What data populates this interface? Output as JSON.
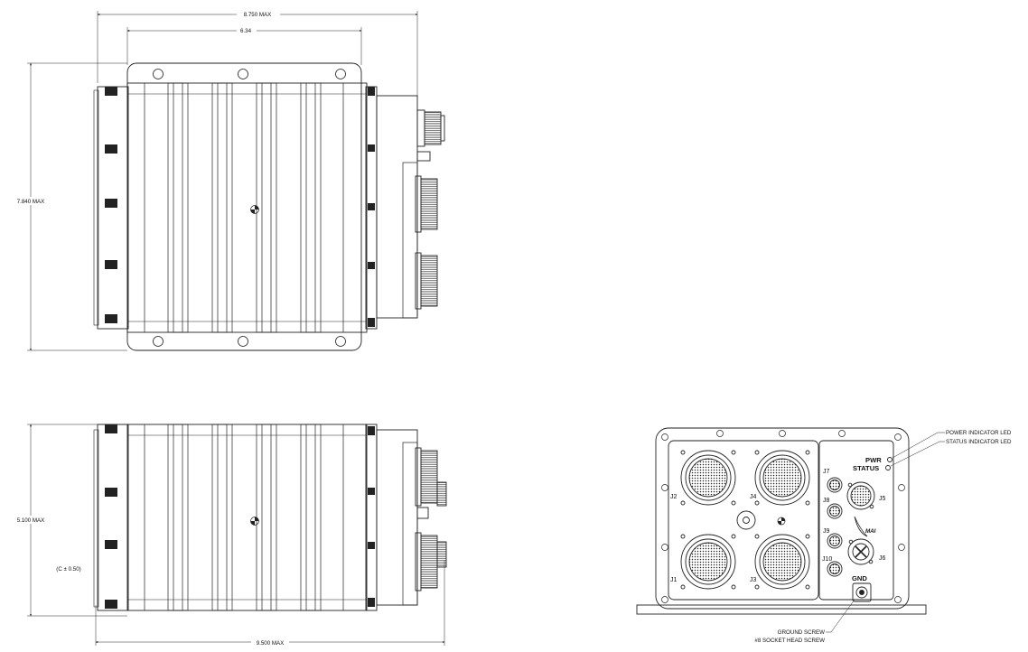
{
  "dimensions": {
    "top_overall_width": "8.750 MAX",
    "top_inner_width": "6.34",
    "top_height": "7.840 MAX",
    "side_height": "5.100 MAX",
    "side_cg": "(C ± 0.50)",
    "side_overall_width": "9.500 MAX"
  },
  "front_panel": {
    "connectors": {
      "j1": "J1",
      "j2": "J2",
      "j3": "J3",
      "j4": "J4",
      "j5": "J5",
      "j6": "J6",
      "j7": "J7",
      "j8": "J8",
      "j9": "J9",
      "j10": "J10"
    },
    "pwr_label": "PWR",
    "status_label": "STATUS",
    "gnd_label": "GND",
    "logo_text": "MAI"
  },
  "callouts": {
    "power_led": "POWER INDICATOR LED",
    "status_led": "STATUS INDICATOR LED",
    "ground_screw_1": "GROUND SCREW",
    "ground_screw_2": "#8 SOCKET HEAD SCREW"
  }
}
